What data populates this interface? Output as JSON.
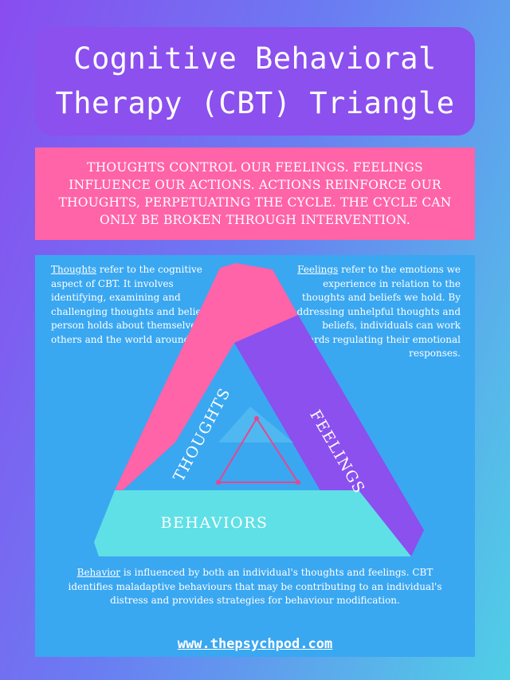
{
  "title": {
    "line1": "Cognitive Behavioral",
    "line2": "Therapy (CBT) Triangle"
  },
  "summary": "Thoughts control our feelings. Feelings influence our actions. Actions reinforce our thoughts, perpetuating the cycle. The cycle can only be broken through intervention.",
  "thoughts_note": {
    "term": "Thoughts",
    "text": " refer to the cognitive aspect of CBT. It involves identifying, examining and challenging thoughts and beliefs a person holds about themselves, others and the world around them."
  },
  "feelings_note": {
    "term": "Feelings",
    "text": " refer to the emotions we experience in relation to the thoughts and beliefs we hold. By addressing unhelpful thoughts and beliefs, individuals can work towards regulating their emotional responses."
  },
  "behavior_note": {
    "term": "Behavior",
    "text": " is influenced by both an individual's thoughts and feelings. CBT identifies maladaptive behaviours that may be contributing to an individual's distress and provides strategies for behaviour modification."
  },
  "triangle": {
    "thoughts_label": "THOUGHTS",
    "feelings_label": "FEELINGS",
    "behaviors_label": "BEHAVIORS",
    "colors": {
      "thoughts": "#ff63a8",
      "feelings": "#8b50ee",
      "behaviors": "#5fe0e6",
      "inner_outline": "#e8458f"
    }
  },
  "website": "www.thepsychpod.com"
}
